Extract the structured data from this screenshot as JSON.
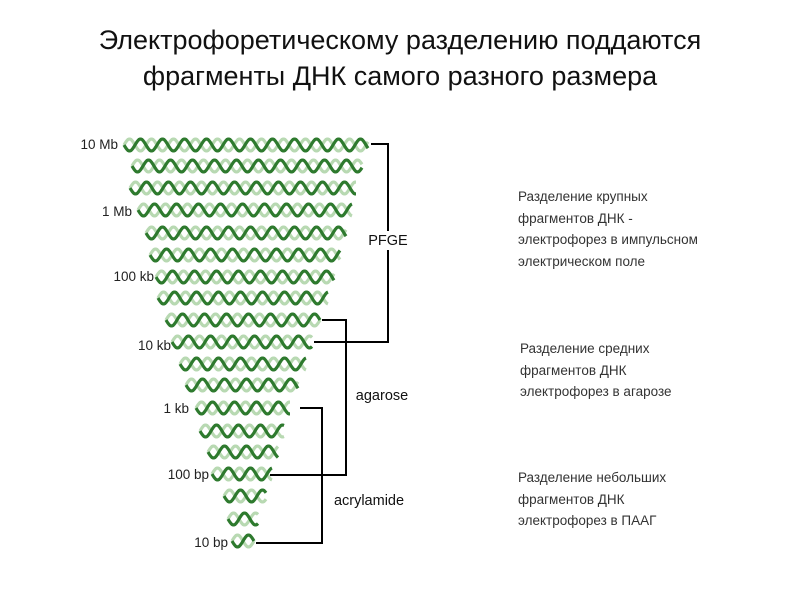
{
  "title": {
    "line1": "Электрофоретическому разделению поддаются",
    "line2": "фрагменты ДНК самого разного размера"
  },
  "size_labels": [
    "10 Mb",
    "1 Mb",
    "100 kb",
    "10 kb",
    "1 kb",
    "100 bp",
    "10 bp"
  ],
  "methods": {
    "pfge": "PFGE",
    "agarose": "agarose",
    "acrylamide": "acrylamide"
  },
  "descriptions": {
    "large": [
      "Разделение крупных",
      "фрагментов ДНК -",
      "электрофорез в импульсном",
      "электрическом поле"
    ],
    "medium": [
      "Разделение средних",
      "фрагментов ДНК",
      "электрофорез в агарозе"
    ],
    "small": [
      "Разделение небольших",
      "фрагментов ДНК",
      "электрофорез в ПААГ"
    ]
  },
  "colors": {
    "helix_dark": "#2e7a2e",
    "helix_light": "#b8d9b2",
    "bracket": "#000000"
  }
}
